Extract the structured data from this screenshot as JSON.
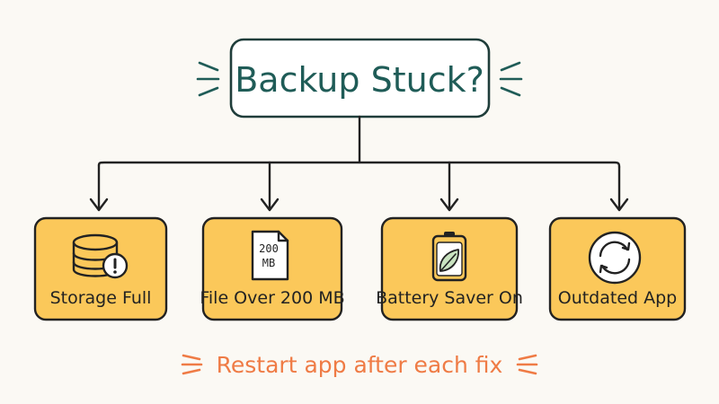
{
  "title": "Backup Stuck?",
  "causes": [
    {
      "label": "Storage Full",
      "icon": "database-warning-icon"
    },
    {
      "label": "File Over 200 MB",
      "icon": "file-size-icon",
      "icon_text": [
        "200",
        "MB"
      ]
    },
    {
      "label": "Battery Saver On",
      "icon": "battery-leaf-icon"
    },
    {
      "label": "Outdated App",
      "icon": "refresh-icon"
    }
  ],
  "footer": "Restart app after each fix",
  "colors": {
    "background": "#fbf9f4",
    "title_text": "#1f5c57",
    "card_fill": "#fbc85a",
    "ink": "#222222",
    "accent": "#ef7b45"
  }
}
